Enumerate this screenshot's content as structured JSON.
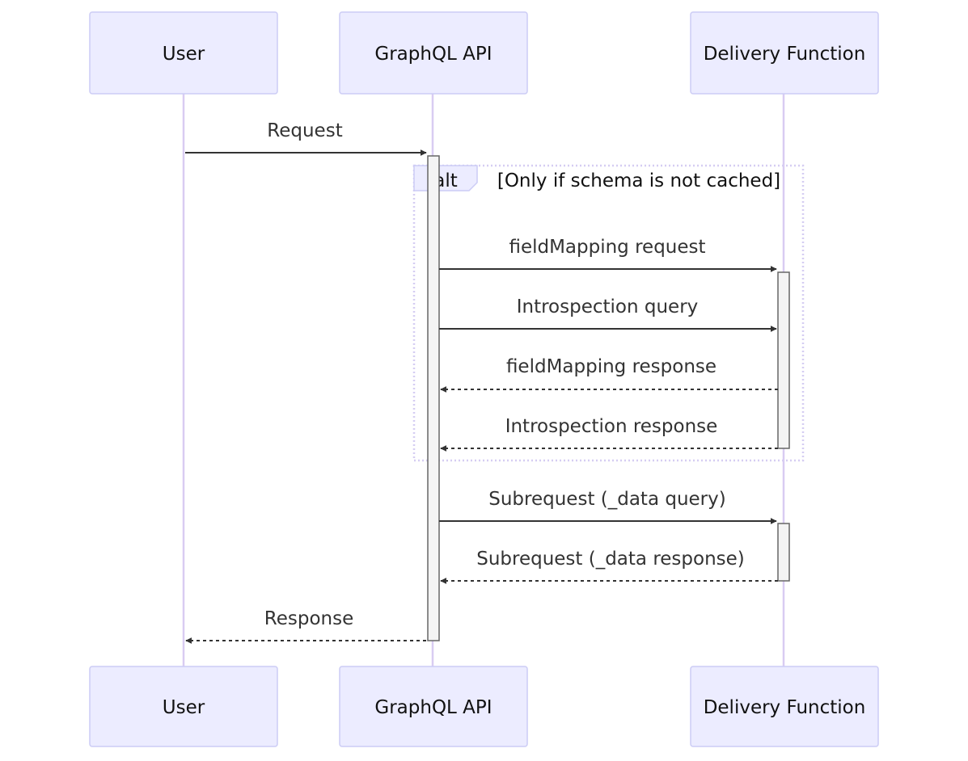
{
  "participants": {
    "user": "User",
    "api": "GraphQL API",
    "delivery": "Delivery Function"
  },
  "messages": [
    {
      "from": "user",
      "to": "api",
      "label": "Request",
      "style": "solid"
    },
    {
      "from": "api",
      "to": "delivery",
      "label": "fieldMapping request",
      "style": "solid"
    },
    {
      "from": "api",
      "to": "delivery",
      "label": "Introspection query",
      "style": "solid"
    },
    {
      "from": "delivery",
      "to": "api",
      "label": "fieldMapping response",
      "style": "dashed"
    },
    {
      "from": "delivery",
      "to": "api",
      "label": "Introspection response",
      "style": "dashed"
    },
    {
      "from": "api",
      "to": "delivery",
      "label": "Subrequest (_data query)",
      "style": "solid"
    },
    {
      "from": "delivery",
      "to": "api",
      "label": "Subrequest (_data response)",
      "style": "dashed"
    },
    {
      "from": "api",
      "to": "user",
      "label": "Response",
      "style": "dashed"
    }
  ],
  "alt_block": {
    "keyword": "alt",
    "condition": "[Only if schema is not cached]"
  },
  "colors": {
    "actor_fill": "#ececff",
    "actor_border": "#ccccf5",
    "lifeline": "#d9ccf2",
    "activation_fill": "#f4f4f4",
    "arrow": "#333333"
  }
}
